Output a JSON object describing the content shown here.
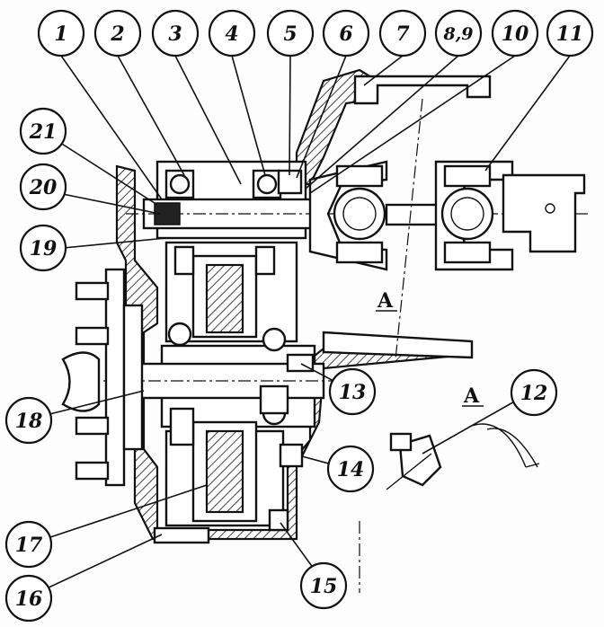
{
  "callouts": [
    {
      "label": "1"
    },
    {
      "label": "2"
    },
    {
      "label": "3"
    },
    {
      "label": "4"
    },
    {
      "label": "5"
    },
    {
      "label": "6"
    },
    {
      "label": "7"
    },
    {
      "label": "8,9"
    },
    {
      "label": "10"
    },
    {
      "label": "11"
    },
    {
      "label": "12"
    },
    {
      "label": "13"
    },
    {
      "label": "14"
    },
    {
      "label": "15"
    },
    {
      "label": "16"
    },
    {
      "label": "17"
    },
    {
      "label": "18"
    },
    {
      "label": "19"
    },
    {
      "label": "20"
    },
    {
      "label": "21"
    }
  ],
  "section_labels": {
    "main": "A",
    "detail": "A"
  }
}
